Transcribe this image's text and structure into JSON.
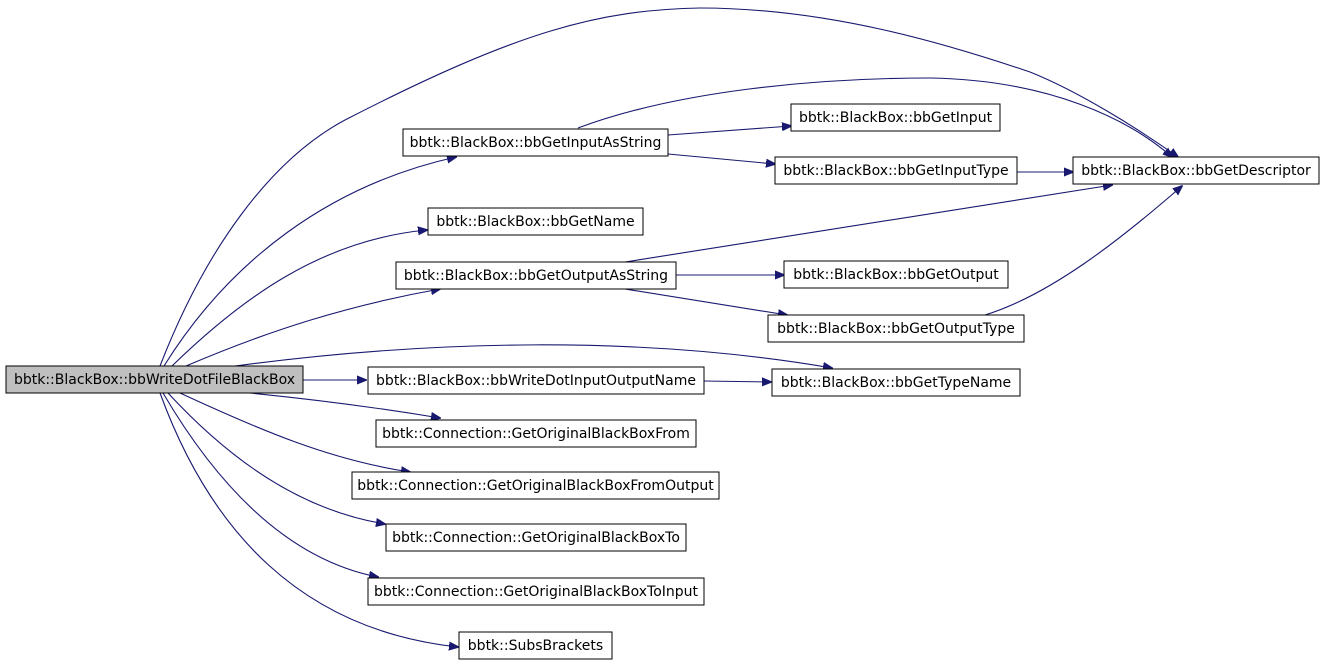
{
  "nodes": [
    {
      "id": "root",
      "label": "bbtk::BlackBox::bbWriteDotFileBlackBox",
      "root": true
    },
    {
      "id": "gias",
      "label": "bbtk::BlackBox::bbGetInputAsString"
    },
    {
      "id": "gi",
      "label": "bbtk::BlackBox::bbGetInput"
    },
    {
      "id": "git",
      "label": "bbtk::BlackBox::bbGetInputType"
    },
    {
      "id": "gd",
      "label": "bbtk::BlackBox::bbGetDescriptor"
    },
    {
      "id": "gn",
      "label": "bbtk::BlackBox::bbGetName"
    },
    {
      "id": "goas",
      "label": "bbtk::BlackBox::bbGetOutputAsString"
    },
    {
      "id": "go",
      "label": "bbtk::BlackBox::bbGetOutput"
    },
    {
      "id": "got",
      "label": "bbtk::BlackBox::bbGetOutputType"
    },
    {
      "id": "wdion",
      "label": "bbtk::BlackBox::bbWriteDotInputOutputName"
    },
    {
      "id": "gtn",
      "label": "bbtk::BlackBox::bbGetTypeName"
    },
    {
      "id": "gobf",
      "label": "bbtk::Connection::GetOriginalBlackBoxFrom"
    },
    {
      "id": "gobfo",
      "label": "bbtk::Connection::GetOriginalBlackBoxFromOutput"
    },
    {
      "id": "gobt",
      "label": "bbtk::Connection::GetOriginalBlackBoxTo"
    },
    {
      "id": "gobti",
      "label": "bbtk::Connection::GetOriginalBlackBoxToInput"
    },
    {
      "id": "sb",
      "label": "bbtk::SubsBrackets"
    }
  ],
  "edges": [
    {
      "from": "root",
      "to": "gd"
    },
    {
      "from": "root",
      "to": "gias"
    },
    {
      "from": "root",
      "to": "gn"
    },
    {
      "from": "root",
      "to": "goas"
    },
    {
      "from": "root",
      "to": "gtn"
    },
    {
      "from": "root",
      "to": "wdion"
    },
    {
      "from": "root",
      "to": "gobf"
    },
    {
      "from": "root",
      "to": "gobfo"
    },
    {
      "from": "root",
      "to": "gobt"
    },
    {
      "from": "root",
      "to": "gobti"
    },
    {
      "from": "root",
      "to": "sb"
    },
    {
      "from": "gias",
      "to": "gd"
    },
    {
      "from": "gias",
      "to": "gi"
    },
    {
      "from": "gias",
      "to": "git"
    },
    {
      "from": "git",
      "to": "gd"
    },
    {
      "from": "goas",
      "to": "gd"
    },
    {
      "from": "goas",
      "to": "go"
    },
    {
      "from": "goas",
      "to": "got"
    },
    {
      "from": "got",
      "to": "gd"
    },
    {
      "from": "wdion",
      "to": "gtn"
    }
  ],
  "colors": {
    "edge": "#191970",
    "root_fill": "#bfbfbf",
    "node_fill": "#ffffff",
    "node_stroke": "#000000"
  }
}
